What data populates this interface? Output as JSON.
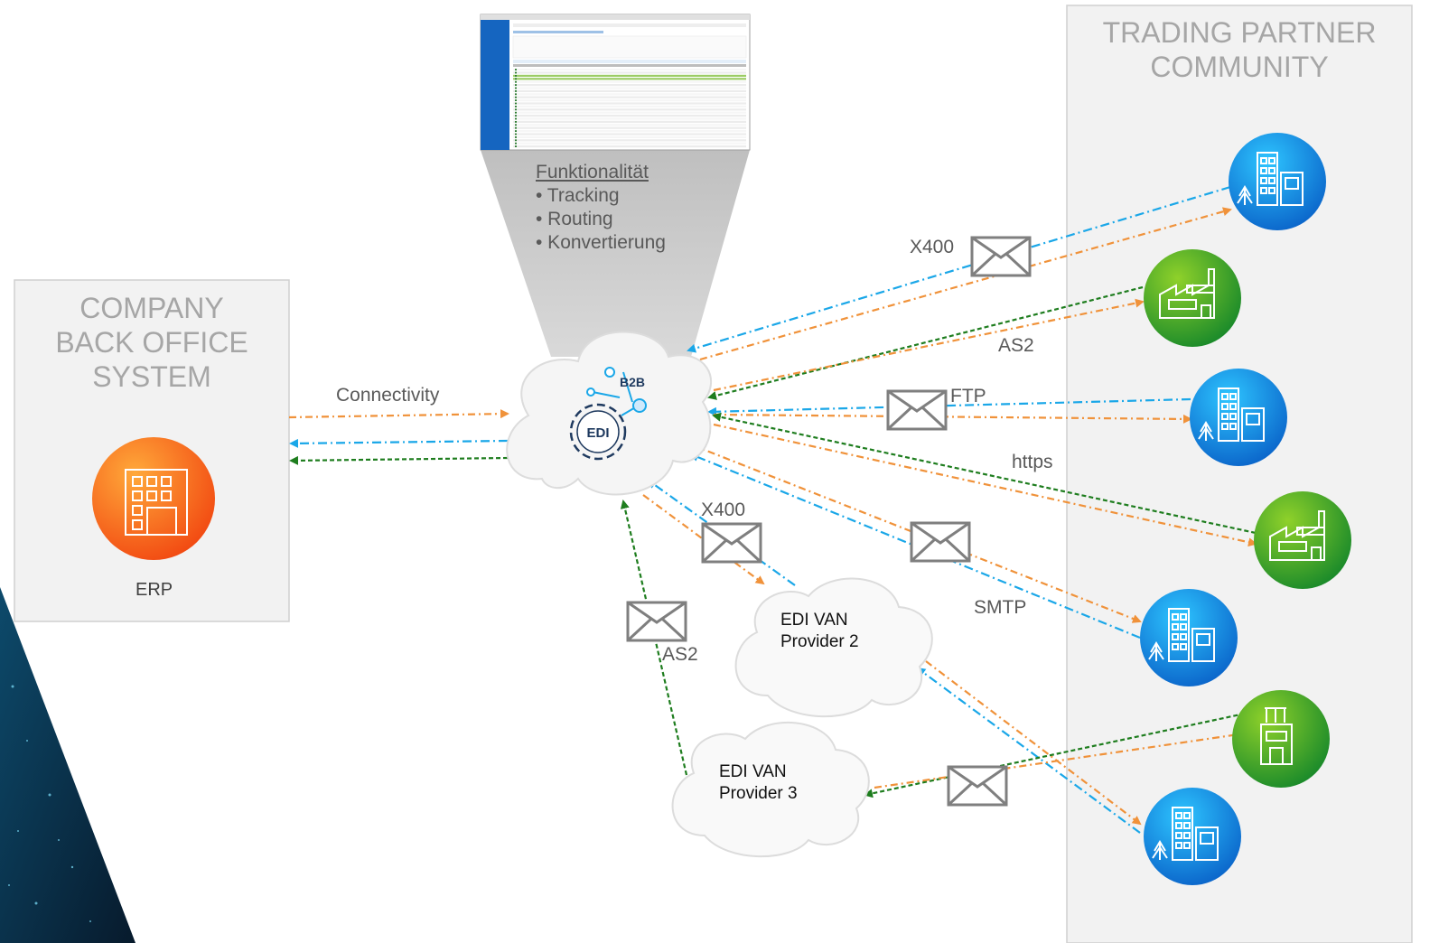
{
  "company_box": {
    "title_lines": [
      "COMPANY",
      "BACK OFFICE",
      "SYSTEM"
    ],
    "erp_label": "ERP"
  },
  "partner_box": {
    "title_lines": [
      "TRADING PARTNER",
      "COMMUNITY"
    ]
  },
  "functionality": {
    "heading": "Funktionalität",
    "items": [
      "• Tracking",
      "• Routing",
      "• Konvertierung"
    ]
  },
  "hub": {
    "edi_label": "EDI",
    "b2b_label": "B2B"
  },
  "connectivity_label": "Connectivity",
  "protocols": {
    "x400_top": "X400",
    "as2_top": "AS2",
    "ftp": "FTP",
    "https": "https",
    "smtp": "SMTP",
    "x400_mid": "X400",
    "as2_mid": "AS2"
  },
  "van2": {
    "line1": "EDI VAN",
    "line2": "Provider 2"
  },
  "van3": {
    "line1": "EDI VAN",
    "line2": "Provider 3"
  },
  "colors": {
    "orange": "#f0923a",
    "blue": "#1aa7e8",
    "green": "#1e7d1e",
    "gray_box": "#f2f2f2",
    "gray_border": "#d0d0d0",
    "icon_blue": "#1e88e5",
    "icon_green": "#43a047",
    "icon_orange": "#fb6d1c"
  },
  "partners": [
    {
      "name": "office-building-icon",
      "color": "blue"
    },
    {
      "name": "factory-icon",
      "color": "green"
    },
    {
      "name": "office-building-icon",
      "color": "blue"
    },
    {
      "name": "factory-icon",
      "color": "green"
    },
    {
      "name": "office-building-icon",
      "color": "blue"
    },
    {
      "name": "industrial-building-icon",
      "color": "green"
    },
    {
      "name": "office-building-icon",
      "color": "blue"
    }
  ]
}
